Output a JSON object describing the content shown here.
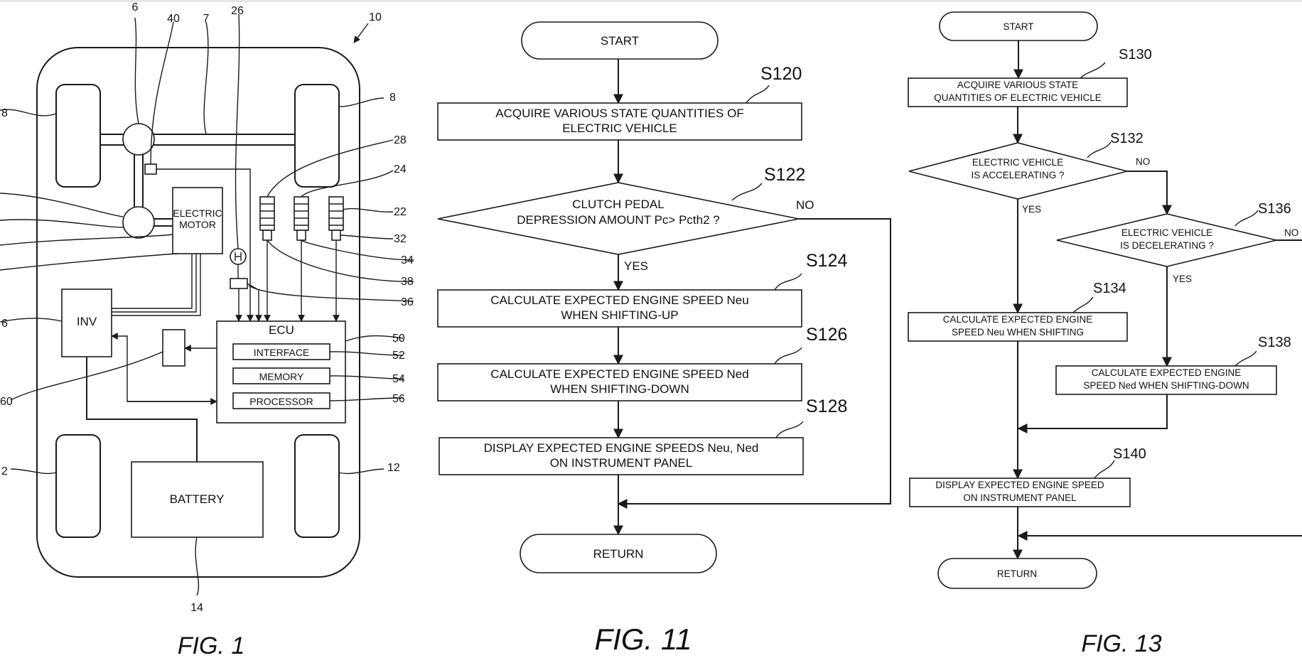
{
  "fig1": {
    "caption": "FIG. 1",
    "labels": {
      "electric_motor_1": "ELECTRIC",
      "electric_motor_2": "MOTOR",
      "inv": "INV",
      "ecu": "ECU",
      "interface": "INTERFACE",
      "memory": "MEMORY",
      "processor": "PROCESSOR",
      "battery": "BATTERY"
    },
    "refs": {
      "r6": "6",
      "r40": "40",
      "r7": "7",
      "r26": "26",
      "r10": "10",
      "r8_left": "8",
      "r8_right": "8",
      "r28": "28",
      "r24": "24",
      "r22": "22",
      "r32": "32",
      "r34": "34",
      "r38": "38",
      "r36_right": "36",
      "r36_left": "6",
      "r50": "50",
      "r52": "52",
      "r54": "54",
      "r56": "56",
      "r60": "60",
      "r12_left": "2",
      "r12_right": "12",
      "r14": "14"
    }
  },
  "fig11": {
    "caption": "FIG. 11",
    "start": "START",
    "s120": {
      "step": "S120",
      "line1": "ACQUIRE VARIOUS STATE QUANTITIES OF",
      "line2": "ELECTRIC VEHICLE"
    },
    "s122": {
      "step": "S122",
      "line1": "CLUTCH PEDAL",
      "line2": "DEPRESSION AMOUNT Pc> Pcth2 ?",
      "no": "NO",
      "yes": "YES"
    },
    "s124": {
      "step": "S124",
      "line1": "CALCULATE EXPECTED ENGINE SPEED Neu",
      "line2": "WHEN SHIFTING-UP"
    },
    "s126": {
      "step": "S126",
      "line1": "CALCULATE EXPECTED ENGINE SPEED Ned",
      "line2": "WHEN SHIFTING-DOWN"
    },
    "s128": {
      "step": "S128",
      "line1": "DISPLAY EXPECTED ENGINE SPEEDS Neu, Ned",
      "line2": "ON INSTRUMENT PANEL"
    },
    "return": "RETURN"
  },
  "fig13": {
    "caption": "FIG. 13",
    "start": "START",
    "s130": {
      "step": "S130",
      "line1": "ACQUIRE VARIOUS STATE",
      "line2": "QUANTITIES OF ELECTRIC VEHICLE"
    },
    "s132": {
      "step": "S132",
      "line1": "ELECTRIC VEHICLE",
      "line2": "IS ACCELERATING ?",
      "no": "NO",
      "yes": "YES"
    },
    "s136": {
      "step": "S136",
      "line1": "ELECTRIC VEHICLE",
      "line2": "IS DECELERATING ?",
      "no": "NO",
      "yes": "YES"
    },
    "s134": {
      "step": "S134",
      "line1": "CALCULATE EXPECTED ENGINE",
      "line2": "SPEED Neu WHEN SHIFTING"
    },
    "s138": {
      "step": "S138",
      "line1": "CALCULATE EXPECTED ENGINE",
      "line2": "SPEED Ned WHEN SHIFTING-DOWN"
    },
    "s140": {
      "step": "S140",
      "line1": "DISPLAY EXPECTED ENGINE SPEED",
      "line2": "ON INSTRUMENT PANEL"
    },
    "return": "RETURN"
  }
}
